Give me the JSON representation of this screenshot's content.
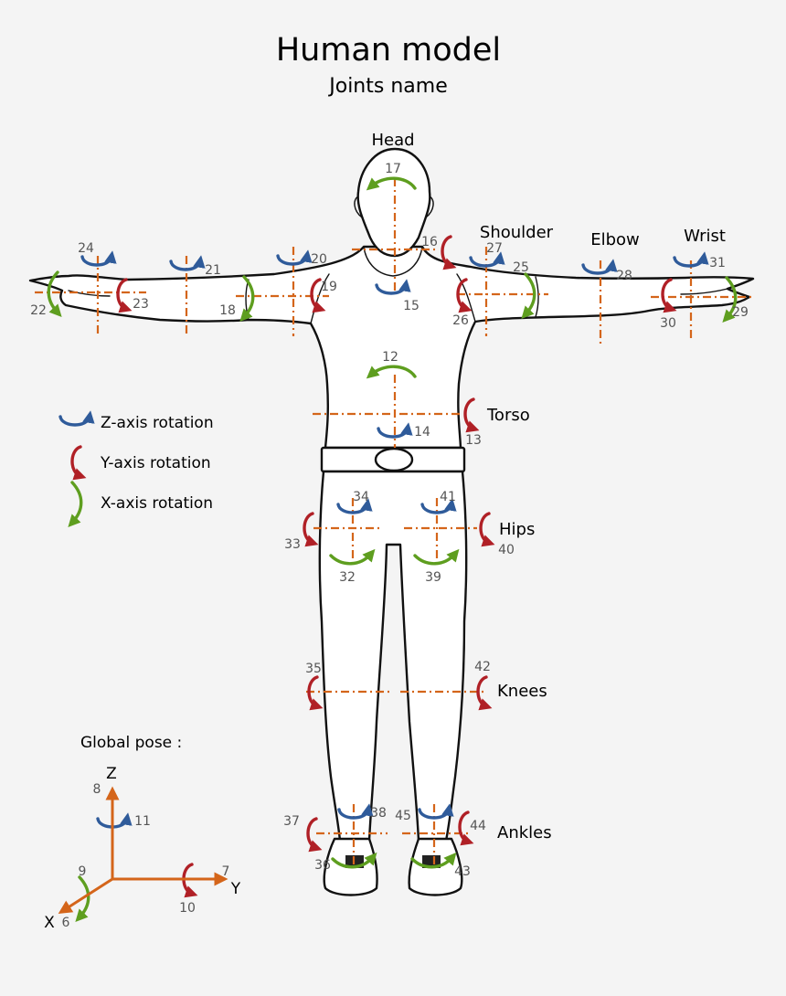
{
  "title": "Human model",
  "subtitle": "Joints name",
  "colors": {
    "z": "#2f5b9a",
    "y": "#b02026",
    "x": "#5e9e1f",
    "axis_line": "#d4651a",
    "arrow": "#d4651a"
  },
  "body_labels": {
    "head": "Head",
    "shoulder": "Shoulder",
    "elbow": "Elbow",
    "wrist": "Wrist",
    "torso": "Torso",
    "hips": "Hips",
    "knees": "Knees",
    "ankles": "Ankles"
  },
  "legend": {
    "z": "Z-axis rotation",
    "y": "Y-axis rotation",
    "x": "X-axis rotation"
  },
  "global": {
    "label": "Global pose :",
    "axis_z": "Z",
    "axis_y": "Y",
    "axis_x": "X"
  },
  "joints": [
    {
      "id": "17",
      "axis": "x"
    },
    {
      "id": "16",
      "axis": "y"
    },
    {
      "id": "15",
      "axis": "z"
    },
    {
      "id": "24",
      "axis": "z"
    },
    {
      "id": "21",
      "axis": "z"
    },
    {
      "id": "20",
      "axis": "z"
    },
    {
      "id": "22",
      "axis": "x"
    },
    {
      "id": "23",
      "axis": "y"
    },
    {
      "id": "18",
      "axis": "x"
    },
    {
      "id": "19",
      "axis": "y"
    },
    {
      "id": "27",
      "axis": "z"
    },
    {
      "id": "25",
      "axis": "x"
    },
    {
      "id": "26",
      "axis": "y"
    },
    {
      "id": "28",
      "axis": "z"
    },
    {
      "id": "31",
      "axis": "z"
    },
    {
      "id": "30",
      "axis": "y"
    },
    {
      "id": "29",
      "axis": "x"
    },
    {
      "id": "12",
      "axis": "x"
    },
    {
      "id": "13",
      "axis": "y"
    },
    {
      "id": "14",
      "axis": "z"
    },
    {
      "id": "34",
      "axis": "z"
    },
    {
      "id": "33",
      "axis": "y"
    },
    {
      "id": "32",
      "axis": "x"
    },
    {
      "id": "41",
      "axis": "z"
    },
    {
      "id": "40",
      "axis": "y"
    },
    {
      "id": "39",
      "axis": "x"
    },
    {
      "id": "35",
      "axis": "y"
    },
    {
      "id": "42",
      "axis": "y"
    },
    {
      "id": "37",
      "axis": "y"
    },
    {
      "id": "38",
      "axis": "z"
    },
    {
      "id": "36",
      "axis": "x"
    },
    {
      "id": "45",
      "axis": "z"
    },
    {
      "id": "44",
      "axis": "y"
    },
    {
      "id": "43",
      "axis": "x"
    },
    {
      "id": "8",
      "axis": "none"
    },
    {
      "id": "11",
      "axis": "z"
    },
    {
      "id": "9",
      "axis": "x"
    },
    {
      "id": "6",
      "axis": "none"
    },
    {
      "id": "7",
      "axis": "none"
    },
    {
      "id": "10",
      "axis": "y"
    }
  ]
}
